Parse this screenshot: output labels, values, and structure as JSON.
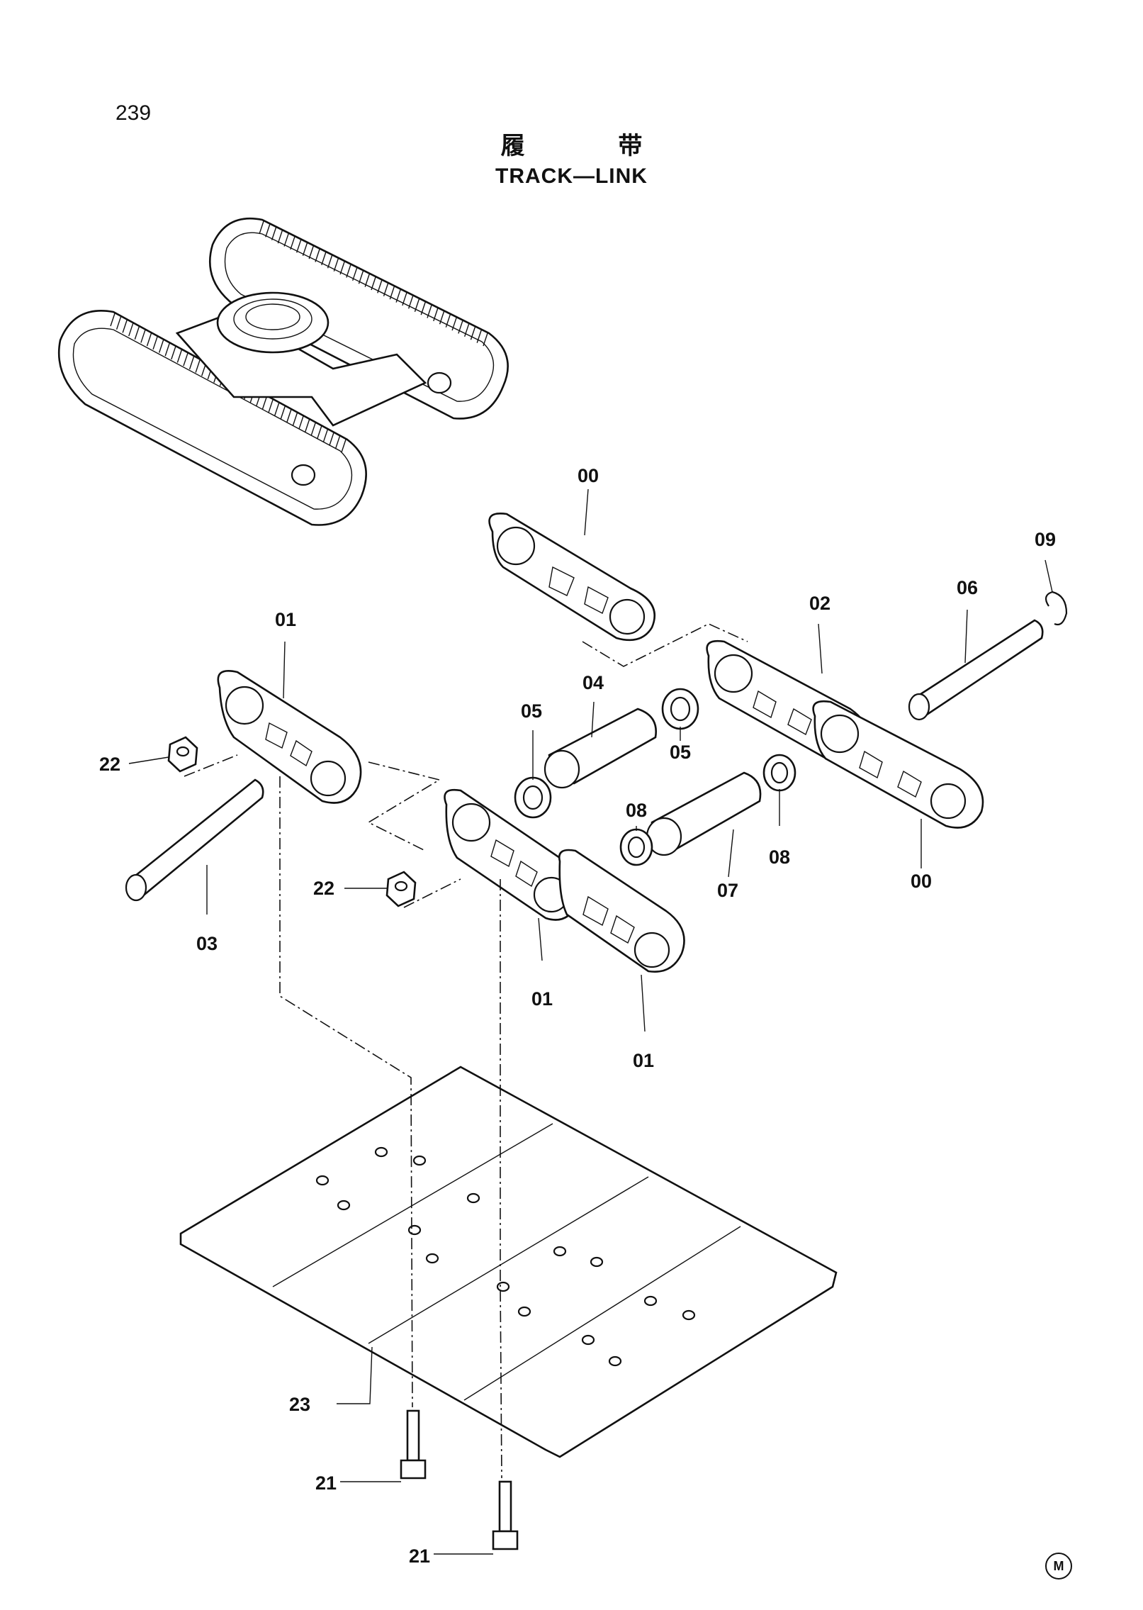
{
  "page": {
    "number": "239",
    "title_cn": "履 带",
    "title_en": "TRACK—LINK",
    "mark": "M"
  },
  "callouts": {
    "c00_top": "00",
    "c09": "09",
    "c06": "06",
    "c02": "02",
    "c01_left": "01",
    "c05_left": "05",
    "c04": "04",
    "c05_right": "05",
    "c22_top": "22",
    "c08_left": "08",
    "c08_right": "08",
    "c00_right": "00",
    "c22_mid": "22",
    "c03": "03",
    "c07": "07",
    "c01_mid": "01",
    "c01_bot": "01",
    "c23": "23",
    "c21_top": "21",
    "c21_bot": "21"
  },
  "icons": {
    "undercarriage": "undercarriage-assembly-icon",
    "link": "track-link-icon",
    "pin": "track-pin-icon",
    "bushing": "bushing-icon",
    "seal": "seal-ring-icon",
    "nut": "hex-nut-icon",
    "bolt": "shoe-bolt-icon",
    "shoe": "track-shoe-icon",
    "snap_ring": "snap-ring-icon"
  }
}
